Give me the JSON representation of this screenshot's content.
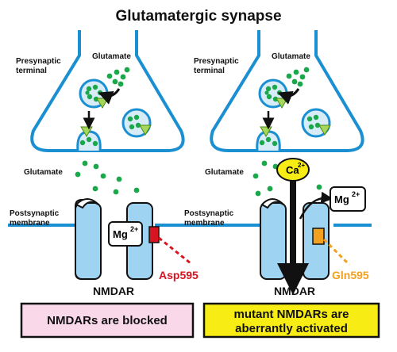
{
  "title": "Glutamatergic synapse",
  "left": {
    "presynaptic_label": [
      "Presynaptic",
      "terminal"
    ],
    "glutamate_top_label": "Glutamate",
    "glutamate_label": "Glutamate",
    "postsynaptic_label": [
      "Postsynaptic",
      "membrane"
    ],
    "mg_label": "Mg",
    "mg_sup": "2+",
    "residue_label": "Asp595",
    "nmdar_label": "NMDAR",
    "status_lines": [
      "NMDARs are blocked"
    ]
  },
  "right": {
    "presynaptic_label": [
      "Presynaptic",
      "terminal"
    ],
    "glutamate_top_label": "Glutamate",
    "glutamate_label": "Glutamate",
    "postsynaptic_label": [
      "Postsynaptic",
      "membrane"
    ],
    "ca_label": "Ca",
    "ca_sup": "2+",
    "mg_label": "Mg",
    "mg_sup": "2+",
    "residue_label": "Gln595",
    "nmdar_label": "NMDAR",
    "status_lines": [
      "mutant NMDARs are",
      "aberrantly activated"
    ]
  },
  "colors": {
    "membrane": "#1a8fd1",
    "glutamate": "#1aa84a",
    "vesicle_fill": "#d8ecf8",
    "receptor_fill": "#9fd3f2",
    "receptor_outline": "#111111",
    "asp_red": "#d7141f",
    "gln_orange": "#f2a020",
    "triangle_green": "#a6d65a",
    "ca_yellow": "#f7ec14",
    "blocked_box_fill": "#f9d8ea",
    "activated_box_fill": "#f7ec14"
  },
  "icons": {
    "glutamate_dot": "green-dot",
    "release_arrow": "curved-arrow",
    "fusion_arrow": "down-arrow",
    "receptor_marker": "triangle",
    "ca_flow": "down-arrow",
    "mg_exit": "curved-arrow"
  }
}
